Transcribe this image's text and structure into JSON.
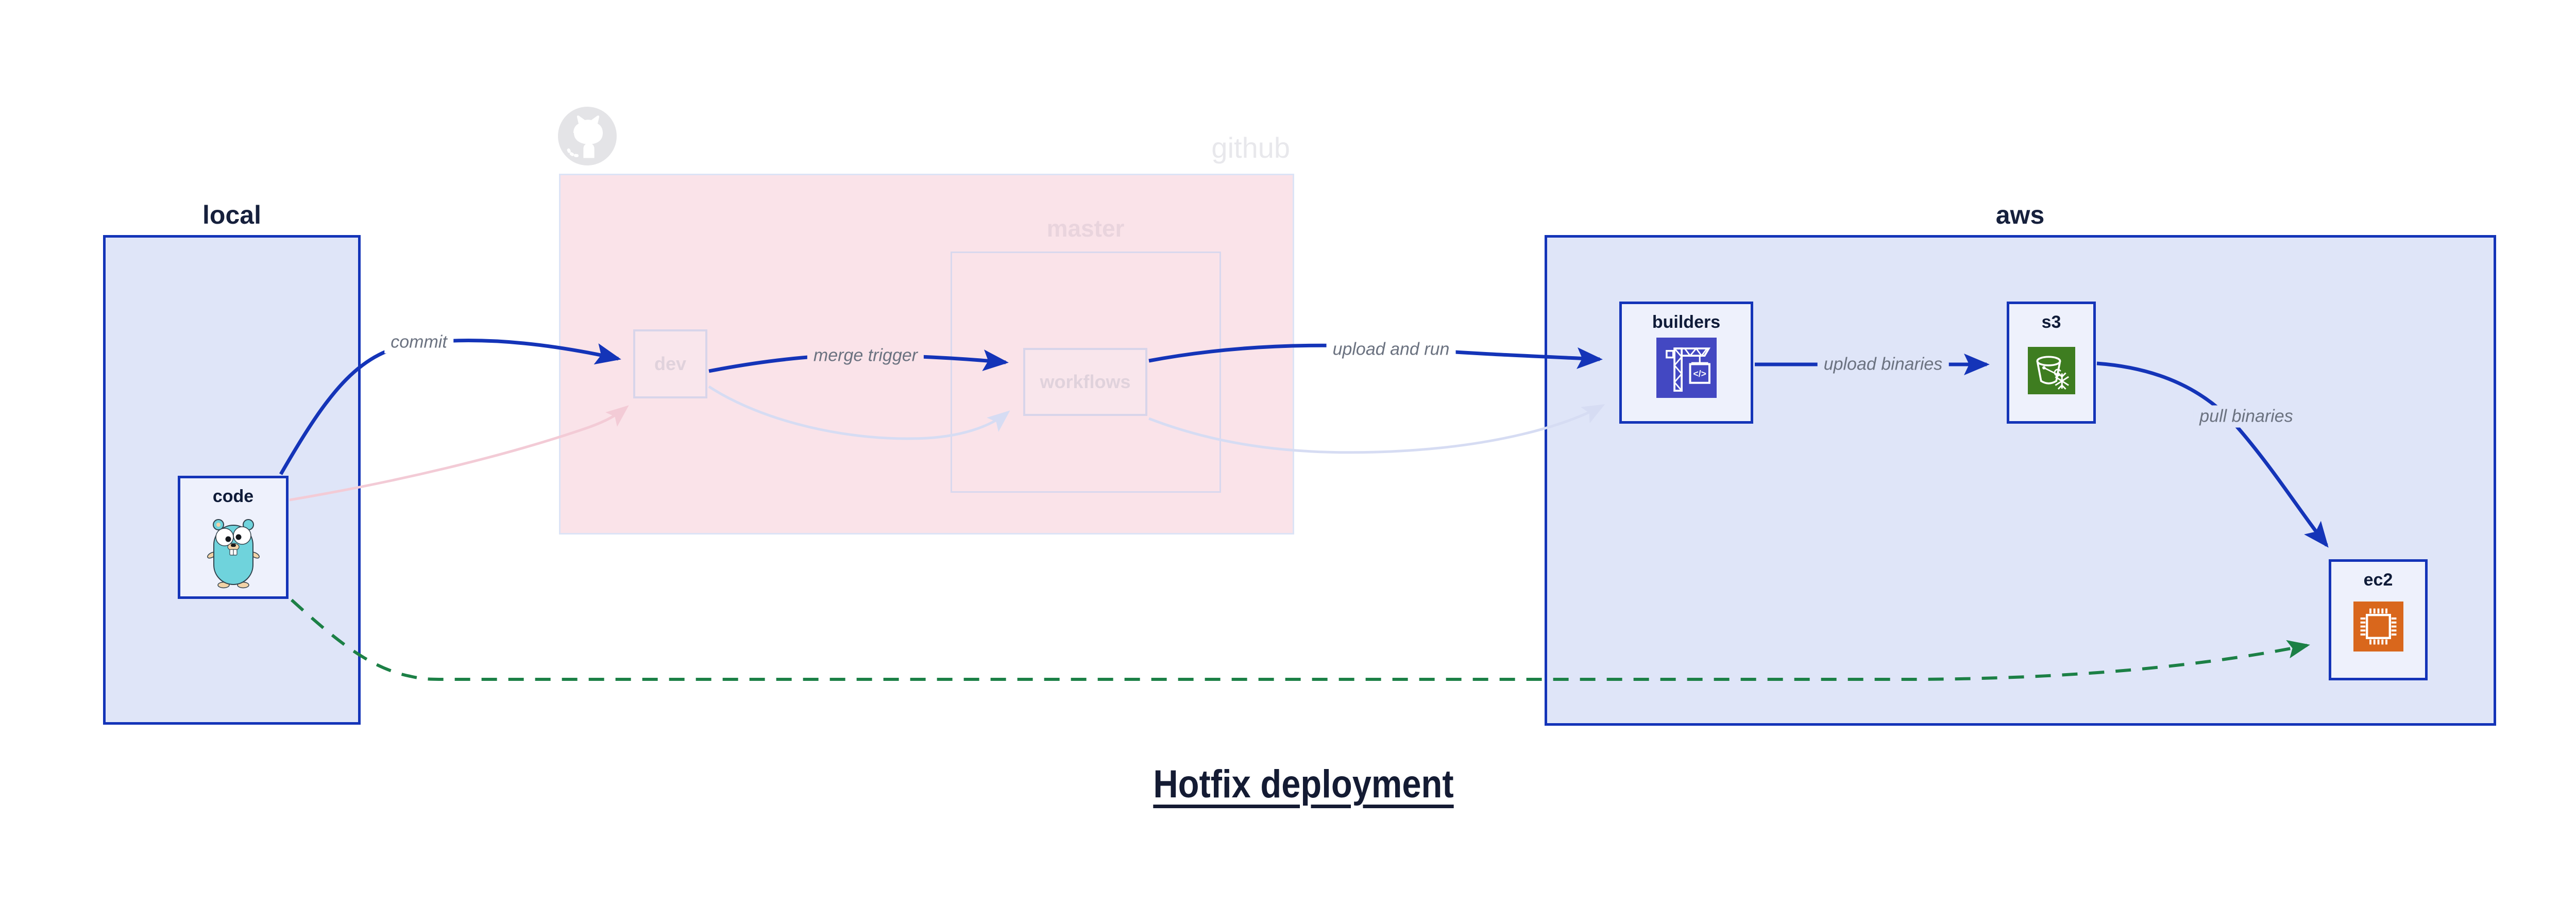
{
  "title": "Hotfix deployment",
  "groups": {
    "local": {
      "label": "local"
    },
    "github": {
      "label": "github",
      "master": {
        "label": "master"
      }
    },
    "aws": {
      "label": "aws"
    }
  },
  "nodes": {
    "code": {
      "label": "code",
      "icon": "go-gopher-icon"
    },
    "dev": {
      "label": "dev"
    },
    "workflows": {
      "label": "workflows"
    },
    "builders": {
      "label": "builders",
      "icon": "codebuild-crane-icon",
      "icon_text": "</>"
    },
    "s3": {
      "label": "s3",
      "icon": "s3-bucket-icon"
    },
    "ec2": {
      "label": "ec2",
      "icon": "ec2-chip-icon"
    }
  },
  "edges": {
    "commit": {
      "label": "commit",
      "from": "code",
      "to": "dev",
      "style": "solid-blue"
    },
    "merge_trigger": {
      "label": "merge trigger",
      "from": "dev",
      "to": "workflows",
      "style": "solid-blue"
    },
    "upload_and_run": {
      "label": "upload and run",
      "from": "workflows",
      "to": "builders",
      "style": "solid-blue"
    },
    "upload_binaries": {
      "label": "upload binaries",
      "from": "builders",
      "to": "s3",
      "style": "solid-blue"
    },
    "pull_binaries": {
      "label": "pull binaries",
      "from": "s3",
      "to": "ec2",
      "style": "solid-blue"
    },
    "hotfix_pull": {
      "label": "",
      "from": "code",
      "to": "ec2",
      "style": "dashed-green"
    },
    "faded_commit": {
      "label": "",
      "from": "code",
      "to": "dev",
      "style": "faded-pink"
    },
    "faded_merge": {
      "label": "",
      "from": "dev",
      "to": "workflows",
      "style": "faded-lavender"
    },
    "faded_upload": {
      "label": "",
      "from": "workflows",
      "to": "builders",
      "style": "faded-lavender"
    }
  },
  "colors": {
    "primary_blue": "#1434b8",
    "group_fill_blue": "#dfe5f8",
    "node_fill": "#eef1fc",
    "github_pink": "#fae3e9",
    "faded_border": "#d8d5ea",
    "faded_text": "#e0d2dc",
    "faded_arrow_pink": "#f3cbd6",
    "faded_arrow_lavender": "#d6dcf3",
    "green_dashed": "#1c8046",
    "edge_label_gray": "#6b7280",
    "codebuild_purple": "#4348c2",
    "s3_green": "#3e7d20",
    "ec2_orange": "#d9671c",
    "octocat_gray": "#e4e4e7",
    "gopher_teal": "#6fd3dc",
    "title_navy": "#141b33"
  }
}
